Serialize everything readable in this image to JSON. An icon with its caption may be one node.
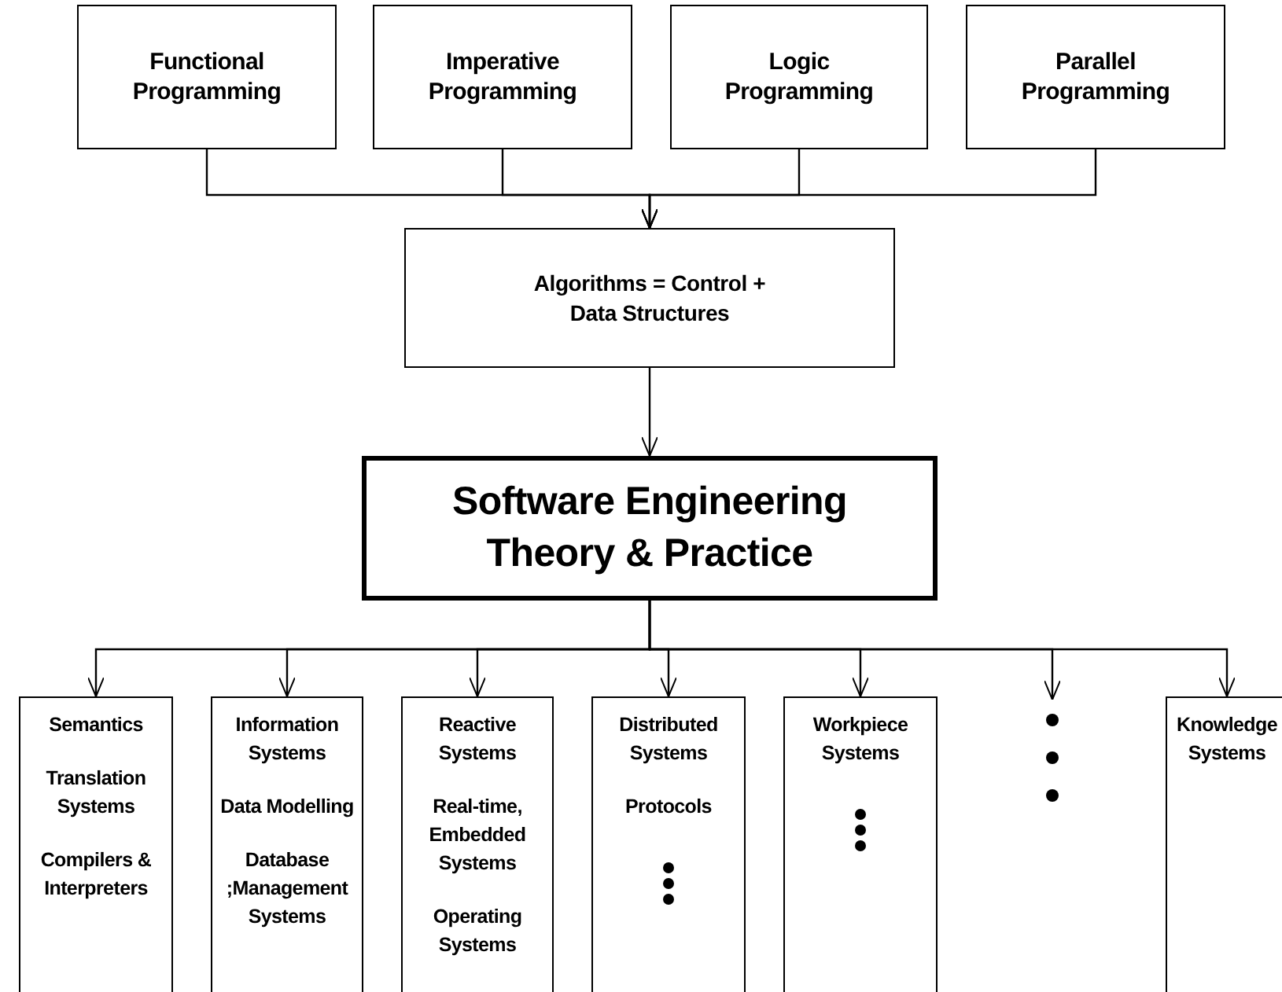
{
  "diagram": {
    "nodes": [
      {
        "text": [
          "Functional Programming"
        ]
      },
      {
        "text": [
          "Imperative Programming"
        ]
      },
      {
        "text": [
          "Logic Programming"
        ]
      },
      {
        "text": [
          "Parallel Programming"
        ]
      },
      {
        "text": [
          "Algorithms = Control + Data Structures"
        ]
      },
      {
        "text": [
          "Software Engineering Theory & Practice"
        ]
      },
      {
        "text": [
          "Semantics",
          "Translation Systems",
          "Compilers & Interpreters"
        ]
      },
      {
        "text": [
          "Information Systems",
          "Data Modelling",
          "Database ;Management Systems"
        ]
      },
      {
        "text": [
          "Reactive Systems",
          "Real-time, Embedded Systems",
          "Operating Systems"
        ]
      },
      {
        "text": [
          "Distributed Systems",
          "Protocols"
        ]
      },
      {
        "text": [
          "Workpiece Systems"
        ]
      },
      {
        "text": [],
        "shape": "dots"
      },
      {
        "text": [
          "Knowledge Systems"
        ]
      }
    ],
    "edges": [
      {
        "from": 0,
        "to": 4,
        "arrow": "to"
      },
      {
        "from": 1,
        "to": 4,
        "arrow": "to"
      },
      {
        "from": 2,
        "to": 4,
        "arrow": "to"
      },
      {
        "from": 3,
        "to": 4,
        "arrow": "to"
      },
      {
        "from": 4,
        "to": 5,
        "arrow": "to"
      },
      {
        "from": 5,
        "to": 6,
        "arrow": "to"
      },
      {
        "from": 5,
        "to": 7,
        "arrow": "to"
      },
      {
        "from": 5,
        "to": 8,
        "arrow": "to"
      },
      {
        "from": 5,
        "to": 9,
        "arrow": "to"
      },
      {
        "from": 5,
        "to": 10,
        "arrow": "to"
      },
      {
        "from": 5,
        "to": 11,
        "arrow": "to"
      },
      {
        "from": 5,
        "to": 12,
        "arrow": "to"
      }
    ]
  }
}
